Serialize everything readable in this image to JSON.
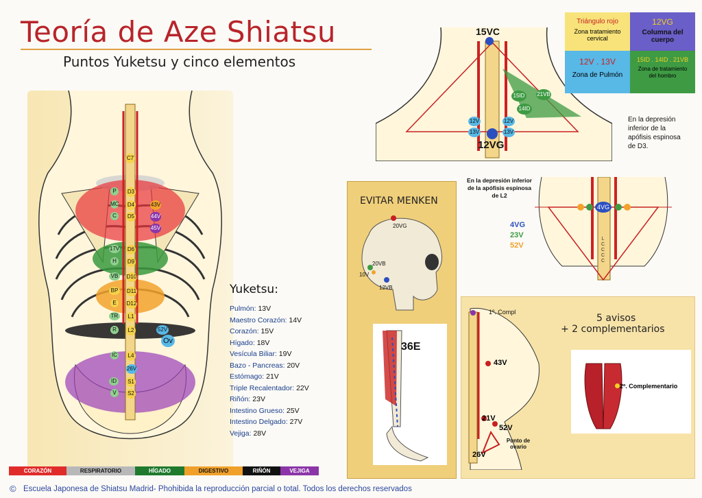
{
  "header": {
    "title": "Teoría de Aze Shiatsu",
    "subtitle": "Puntos Yuketsu y cinco elementos"
  },
  "spine_labels": [
    "C7",
    "P",
    "D3",
    "MC",
    "D4",
    "C",
    "D5",
    "43V",
    "44V",
    "45V",
    "17V",
    "D6",
    "H",
    "D9",
    "VB",
    "D10",
    "BP",
    "D11",
    "E",
    "D12",
    "TR",
    "L1",
    "R",
    "L2",
    "52V",
    "IC",
    "L4",
    "26V",
    "ID",
    "S1",
    "V",
    "S2",
    "Ov"
  ],
  "yuketsu": {
    "title": "Yuketsu:",
    "items": [
      {
        "name": "Pulmón:",
        "value": "13V"
      },
      {
        "name": "Maestro Corazón:",
        "value": "14V"
      },
      {
        "name": "Corazón:",
        "value": "15V"
      },
      {
        "name": "Hígado:",
        "value": "18V"
      },
      {
        "name": "Vesícula Biliar:",
        "value": "19V"
      },
      {
        "name": "Bazo - Pancreas:",
        "value": "20V"
      },
      {
        "name": "Estómago:",
        "value": "21V"
      },
      {
        "name": "Triple Recalentador:",
        "value": "22V"
      },
      {
        "name": "Riñón:",
        "value": "23V"
      },
      {
        "name": "Intestino Grueso:",
        "value": "25V"
      },
      {
        "name": "Intestino Delgado:",
        "value": "27V"
      },
      {
        "name": "Vejiga:",
        "value": "28V"
      }
    ]
  },
  "neck": {
    "top_label": "15VC",
    "bottom_label": "12VG",
    "points": [
      "15ID",
      "21VB",
      "14ID",
      "12V",
      "13V",
      "12V",
      "13V"
    ],
    "note": "En la depresión inferior de la apófisis espinosa de D3."
  },
  "zones": [
    {
      "title": "Triángulo rojo",
      "desc": "Zona tratamiento cervical",
      "color": "#f7e37a"
    },
    {
      "title": "12VG",
      "desc": "Columna del cuerpo",
      "color": "#6a5ec8"
    },
    {
      "title": "12V . 13V",
      "desc": "Zona de Pulmón",
      "color": "#58b8e6"
    },
    {
      "title": "15ID . 14ID . 21VB",
      "desc": "Zona de tratamiento del hombro",
      "color": "#3e9b44"
    }
  ],
  "menken": {
    "title": "EVITAR MENKEN",
    "points": [
      "20VG",
      "20VB",
      "10V",
      "12VB"
    ],
    "leg_label": "36E"
  },
  "lumbar": {
    "note": "En la depresión inferior de la apófisis espinosa de L2",
    "center": "4VG",
    "points": [
      "4VG",
      "23V",
      "52V"
    ],
    "spine": [
      "L",
      "C",
      "C",
      "C",
      "C"
    ]
  },
  "avisos": {
    "title_line1": "5 avisos",
    "title_line2": "+ 2 complementarios",
    "compl1": "1º. Compl",
    "compl2": "2º. Complementario",
    "points": [
      "43V",
      "21V",
      "52V",
      "26V"
    ],
    "ovario": "Punto de ovario"
  },
  "legend": [
    {
      "label": "CORAZÓN",
      "color": "#e02b2b"
    },
    {
      "label": "RESPIRATORIO",
      "color": "#b8b8b8",
      "text": "#111"
    },
    {
      "label": "HÍGADO",
      "color": "#1f7a2e"
    },
    {
      "label": "DIGESTIVO",
      "color": "#f0a02a",
      "text": "#111"
    },
    {
      "label": "RIÑÓN",
      "color": "#111111"
    },
    {
      "label": "VEJIGA",
      "color": "#8b35a8"
    }
  ],
  "footer": "Escuela Japonesa de Shiatsu Madrid- Phohibida la reproducción parcial o total. Todos los derechos reservados",
  "copyright": "©"
}
